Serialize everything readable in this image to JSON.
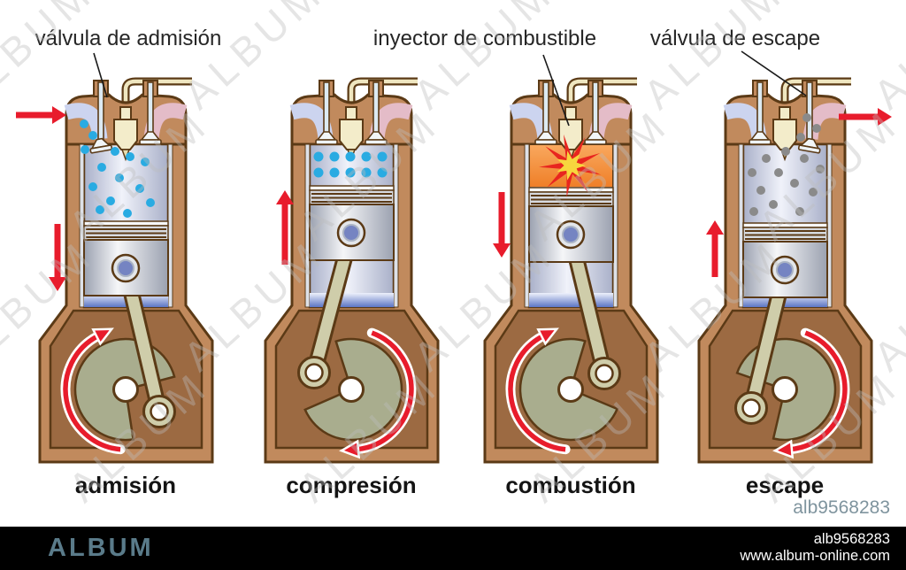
{
  "annotations": {
    "intake_valve": "válvula de admisión",
    "fuel_injector": "inyector de combustible",
    "exhaust_valve": "válvula de escape"
  },
  "stages": [
    {
      "id": "admision",
      "label": "admisión",
      "piston_motion": "down",
      "intake_valve": "open",
      "exhaust_valve": "closed",
      "chamber": "air"
    },
    {
      "id": "compresion",
      "label": "compresión",
      "piston_motion": "up",
      "intake_valve": "closed",
      "exhaust_valve": "closed",
      "chamber": "compressed-air"
    },
    {
      "id": "combustion",
      "label": "combustión",
      "piston_motion": "down",
      "intake_valve": "closed",
      "exhaust_valve": "closed",
      "chamber": "explosion"
    },
    {
      "id": "escape",
      "label": "escape",
      "piston_motion": "up",
      "intake_valve": "closed",
      "exhaust_valve": "open",
      "chamber": "exhaust-gas"
    }
  ],
  "watermark": {
    "text": "ALBUM"
  },
  "image_ref": "alb9568283",
  "footer": {
    "brand": "ALBUM",
    "ref": "alb9568283",
    "website": "www.album-online.com"
  },
  "colors": {
    "accent_red": "#e81c2c",
    "air_blue": "#29abe2",
    "exhaust_gray": "#8a8a8a",
    "body_tan": "#c18a5d",
    "outline_dark": "#5b3a16",
    "cavity_brown": "#9c6a42",
    "rod_khaki": "#cfcdaa",
    "crank_olive": "#a9ad8e",
    "intake_port": "#ccd4ef",
    "exhaust_port": "#e4bcc8",
    "injector_cream": "#f3ecca",
    "combustion_orange": "#ef7f28",
    "explosion_yellow": "#f7d73e",
    "pin_blue": "#7584c2",
    "brand_slate": "#5a7b8a",
    "ref_gray": "#7f949e"
  }
}
